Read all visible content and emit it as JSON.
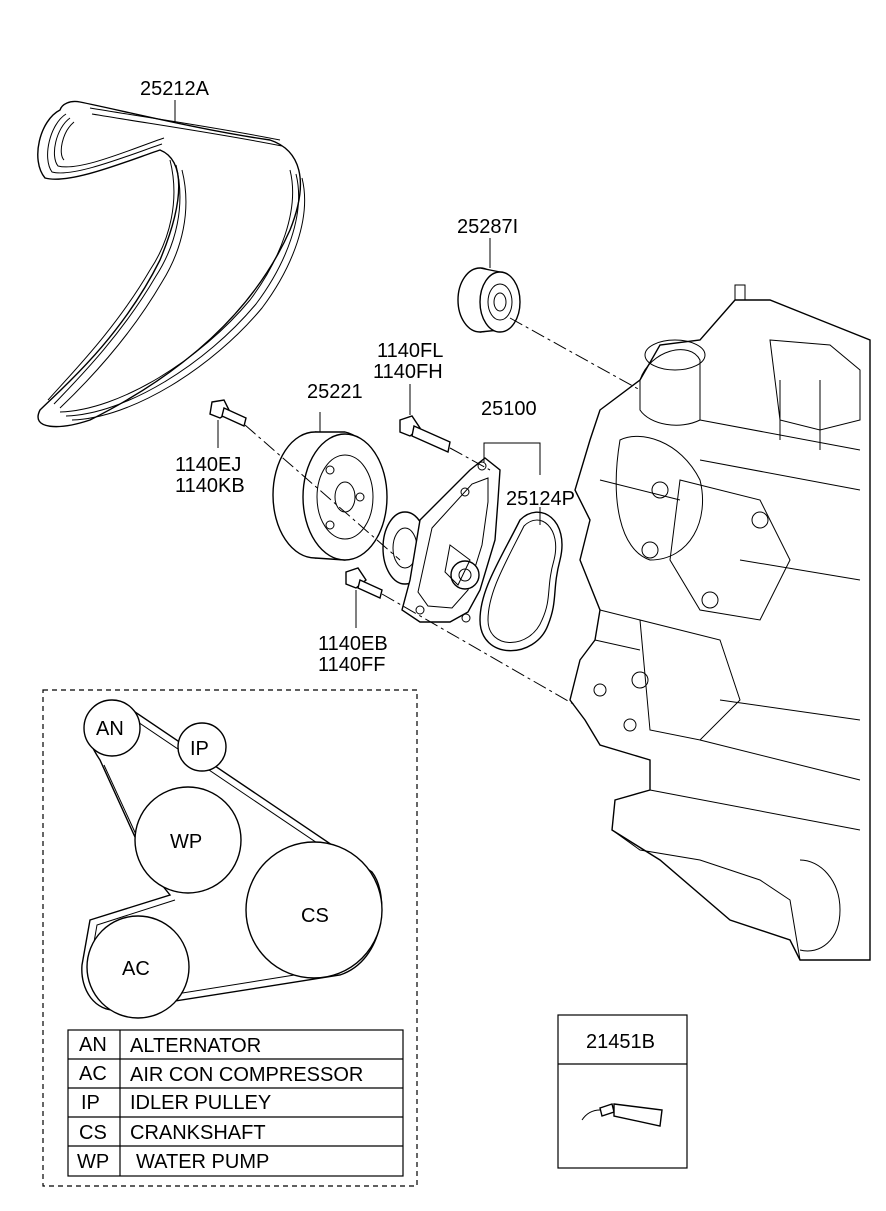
{
  "part_labels": {
    "belt": "25212A",
    "idler": "25287I",
    "pulley": "25221",
    "bolt_top_a": "1140FL",
    "bolt_top_b": "1140FH",
    "pump": "25100",
    "gasket": "25124P",
    "bolt_left_a": "1140EJ",
    "bolt_left_b": "1140KB",
    "bolt_bottom_a": "1140EB",
    "bolt_bottom_b": "1140FF",
    "sealant": "21451B"
  },
  "routing": {
    "AN": "AN",
    "IP": "IP",
    "WP": "WP",
    "CS": "CS",
    "AC": "AC"
  },
  "legend": [
    {
      "code": "AN",
      "name": "ALTERNATOR"
    },
    {
      "code": "AC",
      "name": "AIR CON COMPRESSOR"
    },
    {
      "code": "IP",
      "name": "IDLER PULLEY"
    },
    {
      "code": "CS",
      "name": "CRANKSHAFT"
    },
    {
      "code": "WP",
      "name": "WATER PUMP"
    }
  ]
}
